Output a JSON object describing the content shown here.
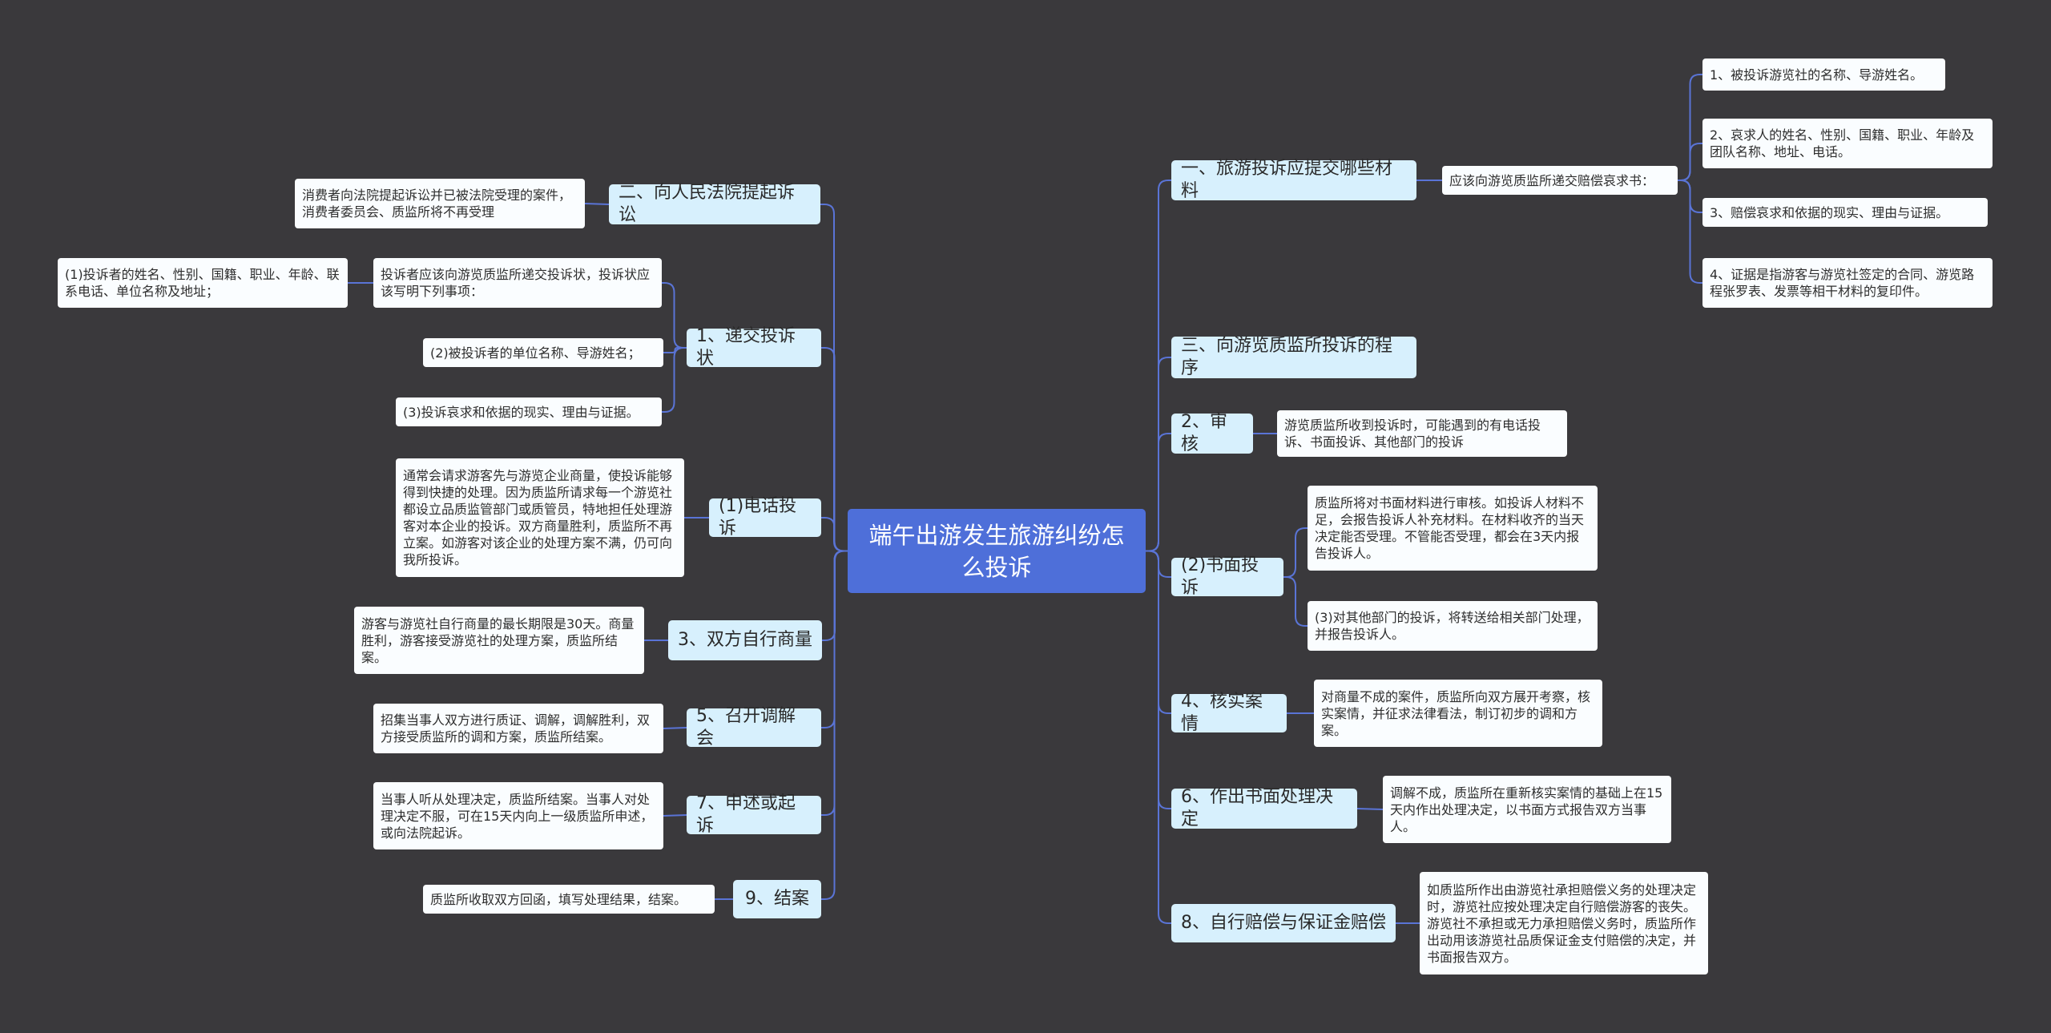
{
  "root": "端午出游发生旅游纠纷怎么投诉",
  "left": {
    "b_court": "二、向人民法院提起诉讼",
    "b_court_leaf": "消费者向法院提起诉讼并已被法院受理的案件，消费者委员会、质监所将不再受理",
    "b_submit": "1、递交投诉状",
    "b_submit_leaf": "投诉者应该向游览质监所递交投诉状，投诉状应该写明下列事项：",
    "b_submit_sub1": "(1)投诉者的姓名、性别、国籍、职业、年龄、联系电话、单位名称及地址；",
    "b_submit_sub2": "(2)被投诉者的单位名称、导游姓名；",
    "b_submit_sub3": "(3)投诉哀求和依据的现实、理由与证据。",
    "b_phone": "(1)电话投诉",
    "b_phone_leaf": "通常会请求游客先与游览企业商量，使投诉能够得到快捷的处理。因为质监所请求每一个游览社都设立品质监管部门或质管员，特地担任处理游客对本企业的投诉。双方商量胜利，质监所不再立案。如游客对该企业的处理方案不满，仍可向我所投诉。",
    "b_negotiate": "3、双方自行商量",
    "b_negotiate_leaf": "游客与游览社自行商量的最长期限是30天。商量胜利，游客接受游览社的处理方案，质监所结案。",
    "b_mediate": "5、召开调解会",
    "b_mediate_leaf": "招集当事人双方进行质证、调解，调解胜利，双方接受质监所的调和方案，质监所结案。",
    "b_appeal": "7、申述或起诉",
    "b_appeal_leaf": "当事人听从处理决定，质监所结案。当事人对处理决定不服，可在15天内向上一级质监所申述，或向法院起诉。",
    "b_close": "9、结案",
    "b_close_leaf": "质监所收取双方回函，填写处理结果，结案。"
  },
  "right": {
    "b_materials": "一、旅游投诉应提交哪些材料",
    "b_materials_mid": "应该向游览质监所递交赔偿哀求书：",
    "b_materials_sub1": "1、被投诉游览社的名称、导游姓名。",
    "b_materials_sub2": "2、哀求人的姓名、性别、国籍、职业、年龄及团队名称、地址、电话。",
    "b_materials_sub3": "3、赔偿哀求和依据的现实、理由与证据。",
    "b_materials_sub4": "4、证据是指游客与游览社签定的合同、游览路程张罗表、发票等相干材料的复印件。",
    "b_procedure": "三、向游览质监所投诉的程序",
    "b_review": "2、审核",
    "b_review_leaf": "游览质监所收到投诉时，可能遇到的有电话投诉、书面投诉、其他部门的投诉",
    "b_written": "(2)书面投诉",
    "b_written_leaf1": "质监所将对书面材料进行审核。如投诉人材料不足，会报告投诉人补充材料。在材料收齐的当天决定能否受理。不管能否受理，都会在3天内报告投诉人。",
    "b_written_leaf2": "(3)对其他部门的投诉，将转送给相关部门处理，并报告投诉人。",
    "b_verify": "4、核实案情",
    "b_verify_leaf": "对商量不成的案件，质监所向双方展开考察，核实案情，并征求法律看法，制订初步的调和方案。",
    "b_decision": "6、作出书面处理决定",
    "b_decision_leaf": "调解不成，质监所在重新核实案情的基础上在15天内作出处理决定，以书面方式报告双方当事人。",
    "b_compensate": "8、自行赔偿与保证金赔偿",
    "b_compensate_leaf": "如质监所作出由游览社承担赔偿义务的处理决定时，游览社应按处理决定自行赔偿游客的丧失。游览社不承担或无力承担赔偿义务时，质监所作出动用该游览社品质保证金支付赔偿的决定，并书面报告双方。"
  },
  "colors": {
    "background": "#3a393c",
    "root": "#4e6fd9",
    "branch": "#d7f0fd",
    "leaf": "#fafdff",
    "edge": "#5a74d6"
  }
}
